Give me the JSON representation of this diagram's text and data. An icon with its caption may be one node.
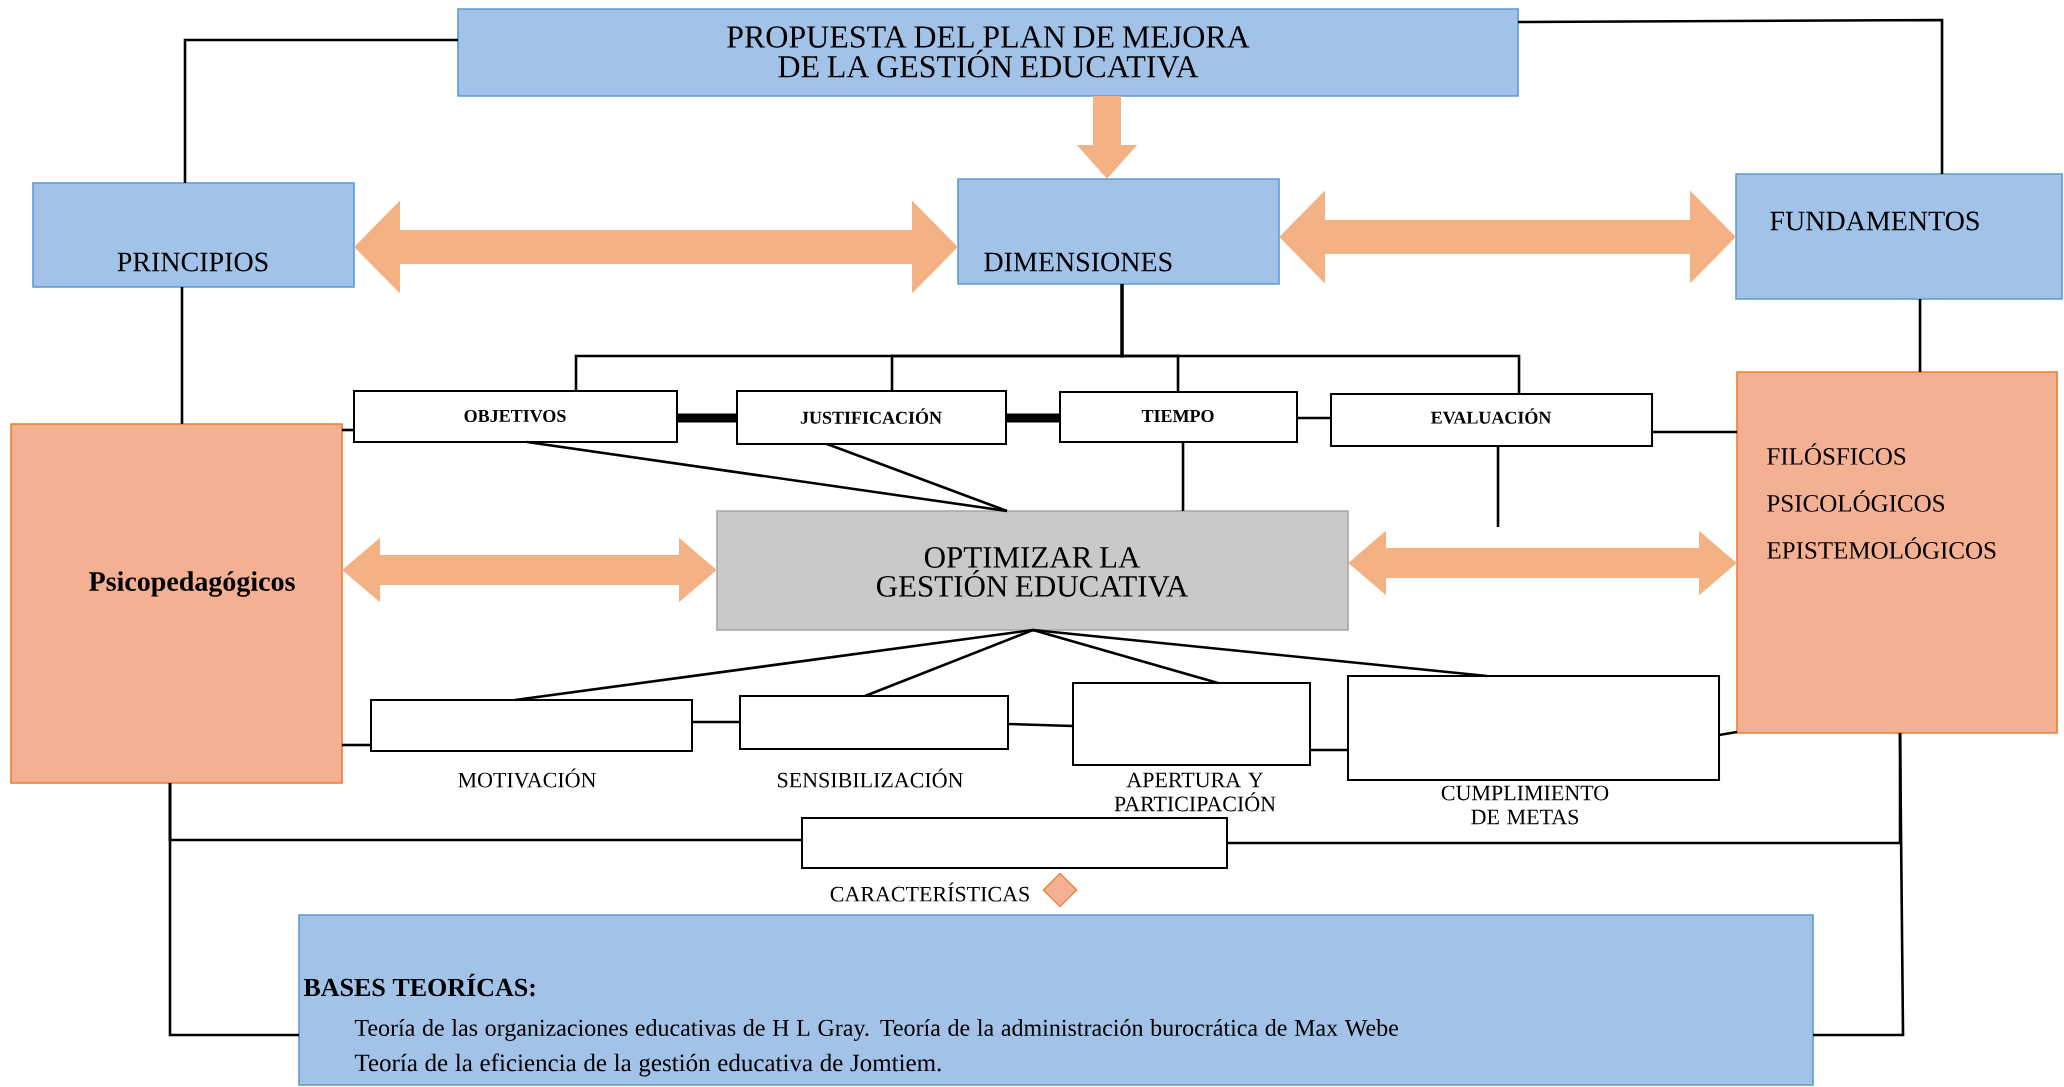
{
  "diagram": {
    "nodes": [
      {
        "text": [
          "PROPUESTA DEL PLAN DE MEJORA DE LA GESTIÓN EDUCATIVA"
        ]
      },
      {
        "text": [
          "PRINCIPIOS"
        ]
      },
      {
        "text": [
          "DIMENSIONES"
        ]
      },
      {
        "text": [
          "FUNDAMENTOS"
        ]
      },
      {
        "text": [
          "OBJETIVOS"
        ]
      },
      {
        "text": [
          "JUSTIFICACIÓN"
        ]
      },
      {
        "text": [
          "TIEMPO"
        ]
      },
      {
        "text": [
          "EVALUACIÓN"
        ]
      },
      {
        "text": [
          "Psicopedagógicos"
        ]
      },
      {
        "text": [
          "OPTIMIZAR LA GESTIÓN EDUCATIVA"
        ]
      },
      {
        "text": [
          "FILÓSFICOS",
          "PSICOLÓGICOS",
          "EPISTEMOLÓGICOS"
        ]
      },
      {
        "text": [],
        "shape": "box",
        "beside": [
          "MOTIVACIÓN"
        ]
      },
      {
        "text": [],
        "shape": "box",
        "beside": [
          "SENSIBILIZACIÓN"
        ]
      },
      {
        "text": [],
        "shape": "box",
        "beside": [
          "APERTURA Y PARTICIPACIÓN"
        ]
      },
      {
        "text": [],
        "shape": "box",
        "beside": [
          "CUMPLIMIENTO DE METAS"
        ]
      },
      {
        "text": [],
        "shape": "box",
        "beside": [
          "CARACTERÍSTICAS"
        ]
      },
      {
        "text": [
          "BASES TEORÍCAS:",
          "Teoría de las organizaciones educativas de H L Gray. Teoría de la administración burocrática de Max Webe",
          "Teoría de la eficiencia de la gestión educativa de Jomtiem."
        ]
      }
    ],
    "edges": [
      {
        "from": 0,
        "to": 1,
        "arrow": "none"
      },
      {
        "from": 0,
        "to": 3,
        "arrow": "none"
      },
      {
        "from": 0,
        "to": 2,
        "arrow": "to",
        "style": "thick",
        "color": "#f4b183"
      },
      {
        "from": 1,
        "to": 2,
        "arrow": "both",
        "style": "thick",
        "color": "#f4b183"
      },
      {
        "from": 2,
        "to": 3,
        "arrow": "both",
        "style": "thick",
        "color": "#f4b183"
      },
      {
        "from": 1,
        "to": 8,
        "arrow": "none"
      },
      {
        "from": 3,
        "to": 10,
        "arrow": "none"
      },
      {
        "from": 2,
        "to": 4,
        "arrow": "none"
      },
      {
        "from": 2,
        "to": 5,
        "arrow": "none"
      },
      {
        "from": 2,
        "to": 6,
        "arrow": "none"
      },
      {
        "from": 2,
        "to": 7,
        "arrow": "none"
      },
      {
        "from": 4,
        "to": 5,
        "arrow": "none",
        "style": "thick"
      },
      {
        "from": 5,
        "to": 6,
        "arrow": "none",
        "style": "thick"
      },
      {
        "from": 6,
        "to": 7,
        "arrow": "none"
      },
      {
        "from": 4,
        "to": 9,
        "arrow": "none"
      },
      {
        "from": 5,
        "to": 9,
        "arrow": "none"
      },
      {
        "from": 6,
        "to": 9,
        "arrow": "none"
      },
      {
        "from": 7,
        "to": null,
        "arrow": "none"
      },
      {
        "from": 7,
        "to": 10,
        "arrow": "none"
      },
      {
        "from": 8,
        "to": 4,
        "arrow": "none"
      },
      {
        "from": 8,
        "to": 9,
        "arrow": "both",
        "style": "thick",
        "color": "#f4b183"
      },
      {
        "from": 9,
        "to": 10,
        "arrow": "both",
        "style": "thick",
        "color": "#f4b183"
      },
      {
        "from": 9,
        "to": 11,
        "arrow": "none"
      },
      {
        "from": 9,
        "to": 12,
        "arrow": "none"
      },
      {
        "from": 9,
        "to": 13,
        "arrow": "none"
      },
      {
        "from": 9,
        "to": 14,
        "arrow": "none"
      },
      {
        "from": 11,
        "to": 12,
        "arrow": "none"
      },
      {
        "from": 12,
        "to": 13,
        "arrow": "none"
      },
      {
        "from": 13,
        "to": 14,
        "arrow": "none"
      },
      {
        "from": 8,
        "to": 11,
        "arrow": "none"
      },
      {
        "from": 14,
        "to": 10,
        "arrow": "none"
      },
      {
        "from": 8,
        "to": 16,
        "arrow": "none"
      },
      {
        "from": 10,
        "to": 16,
        "arrow": "none"
      },
      {
        "from": 8,
        "to": 15,
        "arrow": "none"
      },
      {
        "from": 15,
        "to": 10,
        "arrow": "none"
      }
    ]
  }
}
